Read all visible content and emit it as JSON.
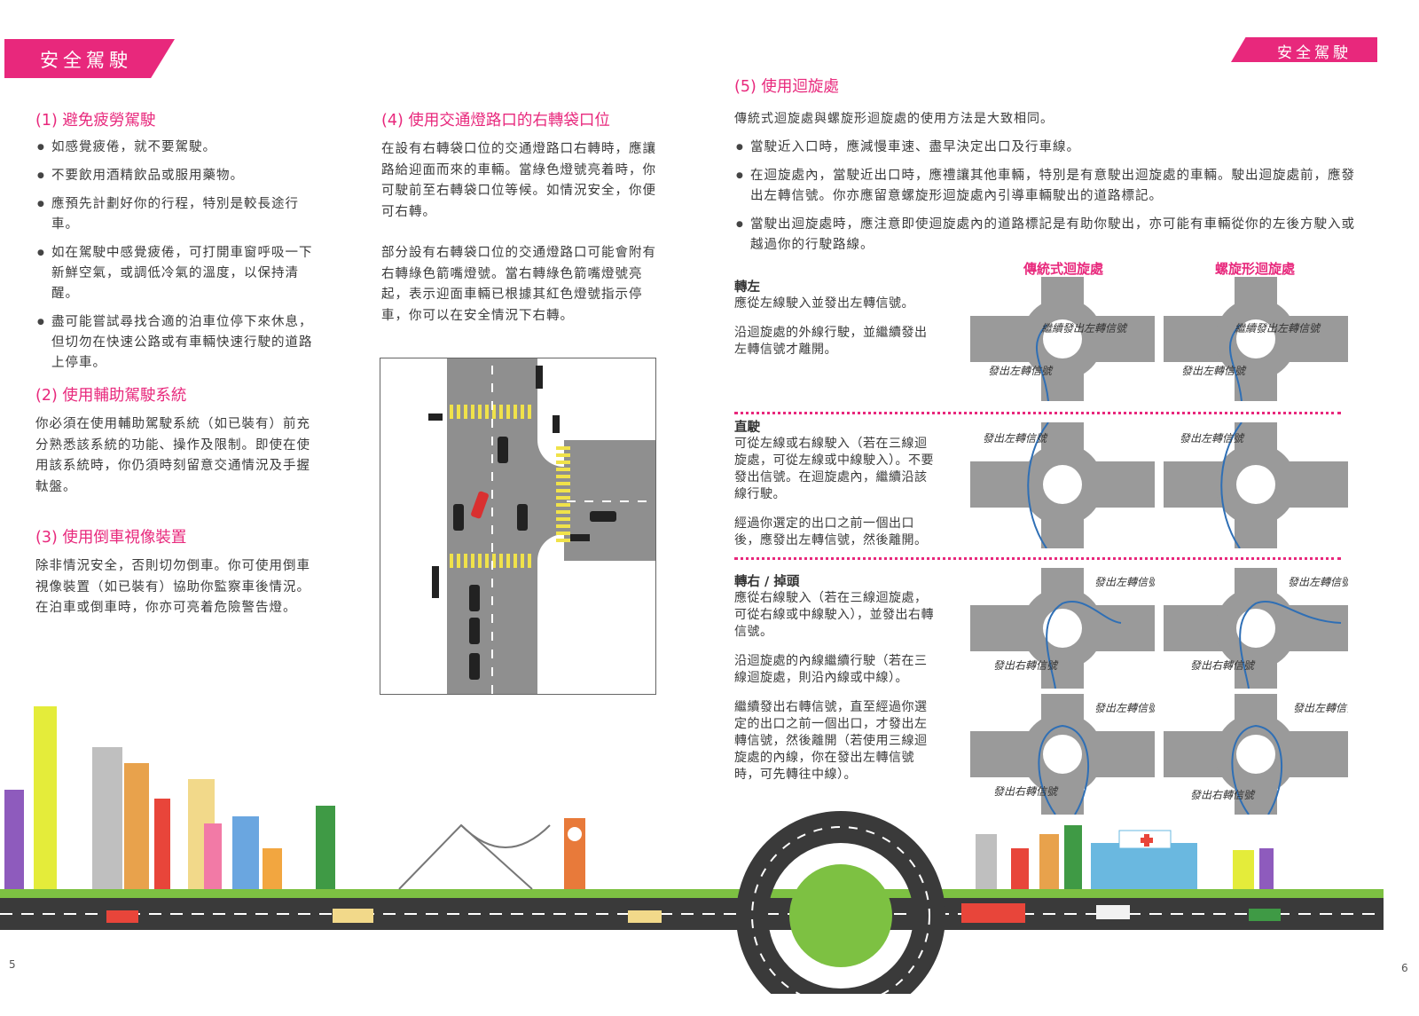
{
  "left_page": {
    "banner": "安全駕駛",
    "sec1": {
      "title": "(1) 避免疲勞駕駛",
      "b1": "如感覺疲倦，就不要駕駛。",
      "b2": "不要飲用酒精飲品或服用藥物。",
      "b3": "應預先計劃好你的行程，特別是較長途行車。",
      "b4": "如在駕駛中感覺疲倦，可打開車窗呼吸一下新鮮空氣，或調低冷氣的溫度，以保持清醒。",
      "b5": "盡可能嘗試尋找合適的泊車位停下來休息，但切勿在快速公路或有車輛快速行駛的道路上停車。"
    },
    "sec2": {
      "title": "(2) 使用輔助駕駛系統",
      "text": "你必須在使用輔助駕駛系統（如已裝有）前充分熟悉該系統的功能、操作及限制。即使在使用該系統時，你仍須時刻留意交通情況及手握軚盤。"
    },
    "sec3": {
      "title": "(3) 使用倒車視像裝置",
      "text": "除非情況安全，否則切勿倒車。你可使用倒車視像裝置（如已裝有）協助你監察車後情況。在泊車或倒車時，你亦可亮着危險警告燈。"
    },
    "sec4": {
      "title": "(4) 使用交通燈路口的右轉袋口位",
      "p1": "在設有右轉袋口位的交通燈路口右轉時，應讓路給迎面而來的車輛。當綠色燈號亮着時，你可駛前至右轉袋口位等候。如情況安全，你便可右轉。",
      "p2": "部分設有右轉袋口位的交通燈路口可能會附有右轉綠色箭嘴燈號。當右轉綠色箭嘴燈號亮起，表示迎面車輛已根據其紅色燈號指示停車，你可以在安全情況下右轉。"
    },
    "page_number": "5"
  },
  "right_page": {
    "banner": "安全駕駛",
    "sec5": {
      "title": "(5) 使用迴旋處",
      "intro": "傳統式迴旋處與螺旋形迴旋處的使用方法是大致相同。",
      "b1": "當駛近入口時，應減慢車速、盡早決定出口及行車線。",
      "b2": "在迴旋處內，當駛近出口時，應禮讓其他車輛，特別是有意駛出迴旋處的車輛。駛出迴旋處前，應發出左轉信號。你亦應留意螺旋形迴旋處內引導車輛駛出的道路標記。",
      "b3": "當駛出迴旋處時，應注意即使迴旋處內的道路標記是有助你駛出，亦可能有車輛從你的左後方駛入或越過你的行駛路線。"
    },
    "col_traditional": "傳統式迴旋處",
    "col_spiral": "螺旋形迴旋處",
    "left_turn": {
      "label": "轉左",
      "t1": "應從左線駛入並發出左轉信號。",
      "t2": "沿迴旋處的外線行駛，並繼續發出左轉信號才離開。"
    },
    "straight": {
      "label": "直駛",
      "t1": "可從左線或右線駛入（若在三線迴旋處，可從左線或中線駛入）。不要發出信號。在迴旋處內，繼續沿該線行駛。",
      "t2": "經過你選定的出口之前一個出口後，應發出左轉信號，然後離開。"
    },
    "right_turn": {
      "label": "轉右 / 掉頭",
      "t1": "應從右線駛入（若在三線迴旋處，可從右線或中線駛入），並發出右轉信號。",
      "t2": "沿迴旋處的內線繼續行駛（若在三線迴旋處，則沿內線或中線）。",
      "t3": "繼續發出右轉信號，直至經過你選定的出口之前一個出口，才發出左轉信號，然後離開（若使用三線迴旋處的內線，你在發出左轉信號時，可先轉往中線）。"
    },
    "diagram_labels": {
      "continue_left": "繼續發出左轉信號",
      "signal_left": "發出左轉信號",
      "signal_right": "發出右轉信號"
    },
    "page_number": "6"
  },
  "colors": {
    "accent": "#e8287c",
    "road": "#9a9a9a",
    "grass": "#7dc142"
  }
}
